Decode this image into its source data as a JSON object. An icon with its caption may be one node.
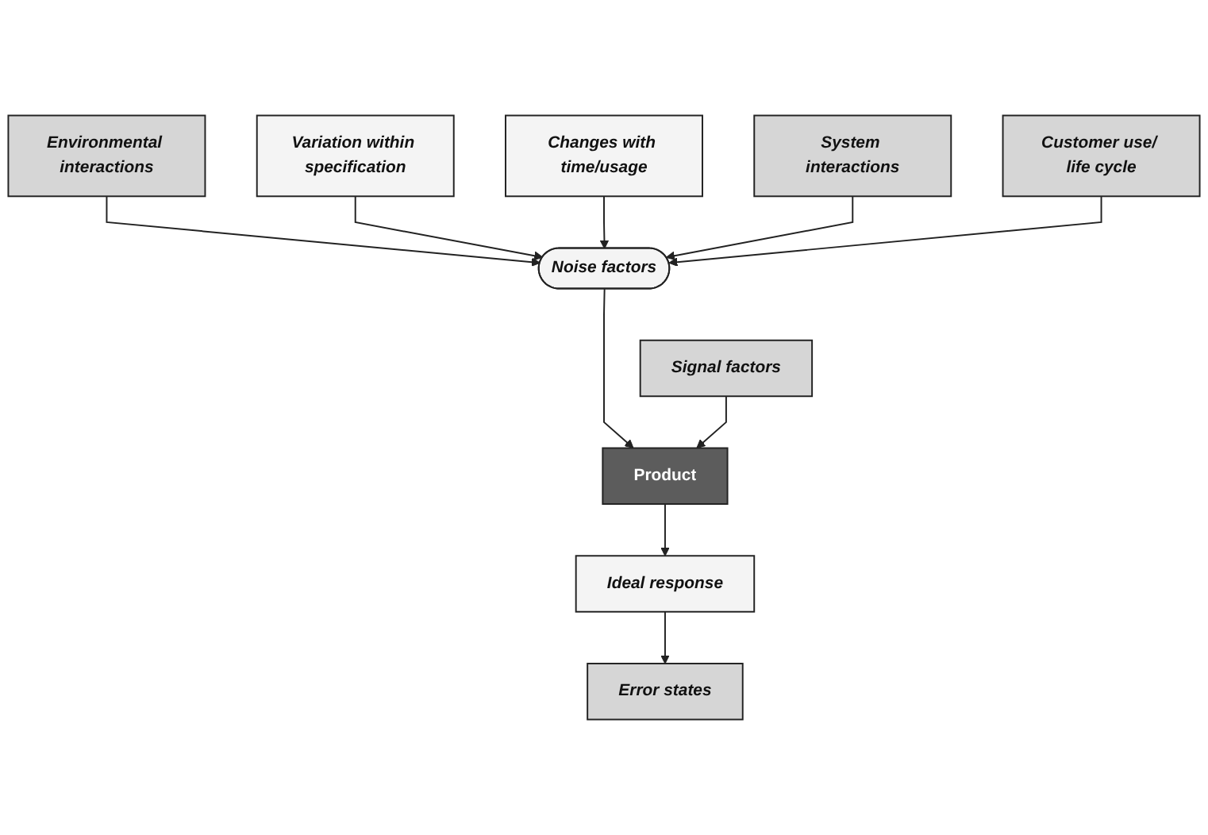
{
  "diagram": {
    "nodes": [
      {
        "text": [
          "Variation within specification"
        ]
      },
      {
        "text": [
          "System interactions"
        ]
      },
      {
        "text": [
          "Environmental interactions"
        ]
      },
      {
        "text": [
          "Changes with time/usage"
        ]
      },
      {
        "text": [
          "Customer use/ life cycle"
        ]
      },
      {
        "text": [
          "Noise factors"
        ]
      },
      {
        "text": [
          "Signal factors"
        ]
      },
      {
        "text": [
          "Product"
        ]
      },
      {
        "text": [
          "Ideal response"
        ]
      },
      {
        "text": [
          "Error states"
        ]
      }
    ],
    "edges": [
      {
        "from": 2,
        "to": 5,
        "arrow": "to"
      },
      {
        "from": 0,
        "to": 5,
        "arrow": "to"
      },
      {
        "from": 3,
        "to": 5,
        "arrow": "to"
      },
      {
        "from": 1,
        "to": 5,
        "arrow": "to"
      },
      {
        "from": 4,
        "to": 5,
        "arrow": "to"
      },
      {
        "from": 5,
        "to": 7,
        "arrow": "to"
      },
      {
        "from": 6,
        "to": 7,
        "arrow": "to"
      },
      {
        "from": 7,
        "to": 8,
        "arrow": "to"
      },
      {
        "from": 8,
        "to": 9,
        "arrow": "to"
      }
    ]
  }
}
